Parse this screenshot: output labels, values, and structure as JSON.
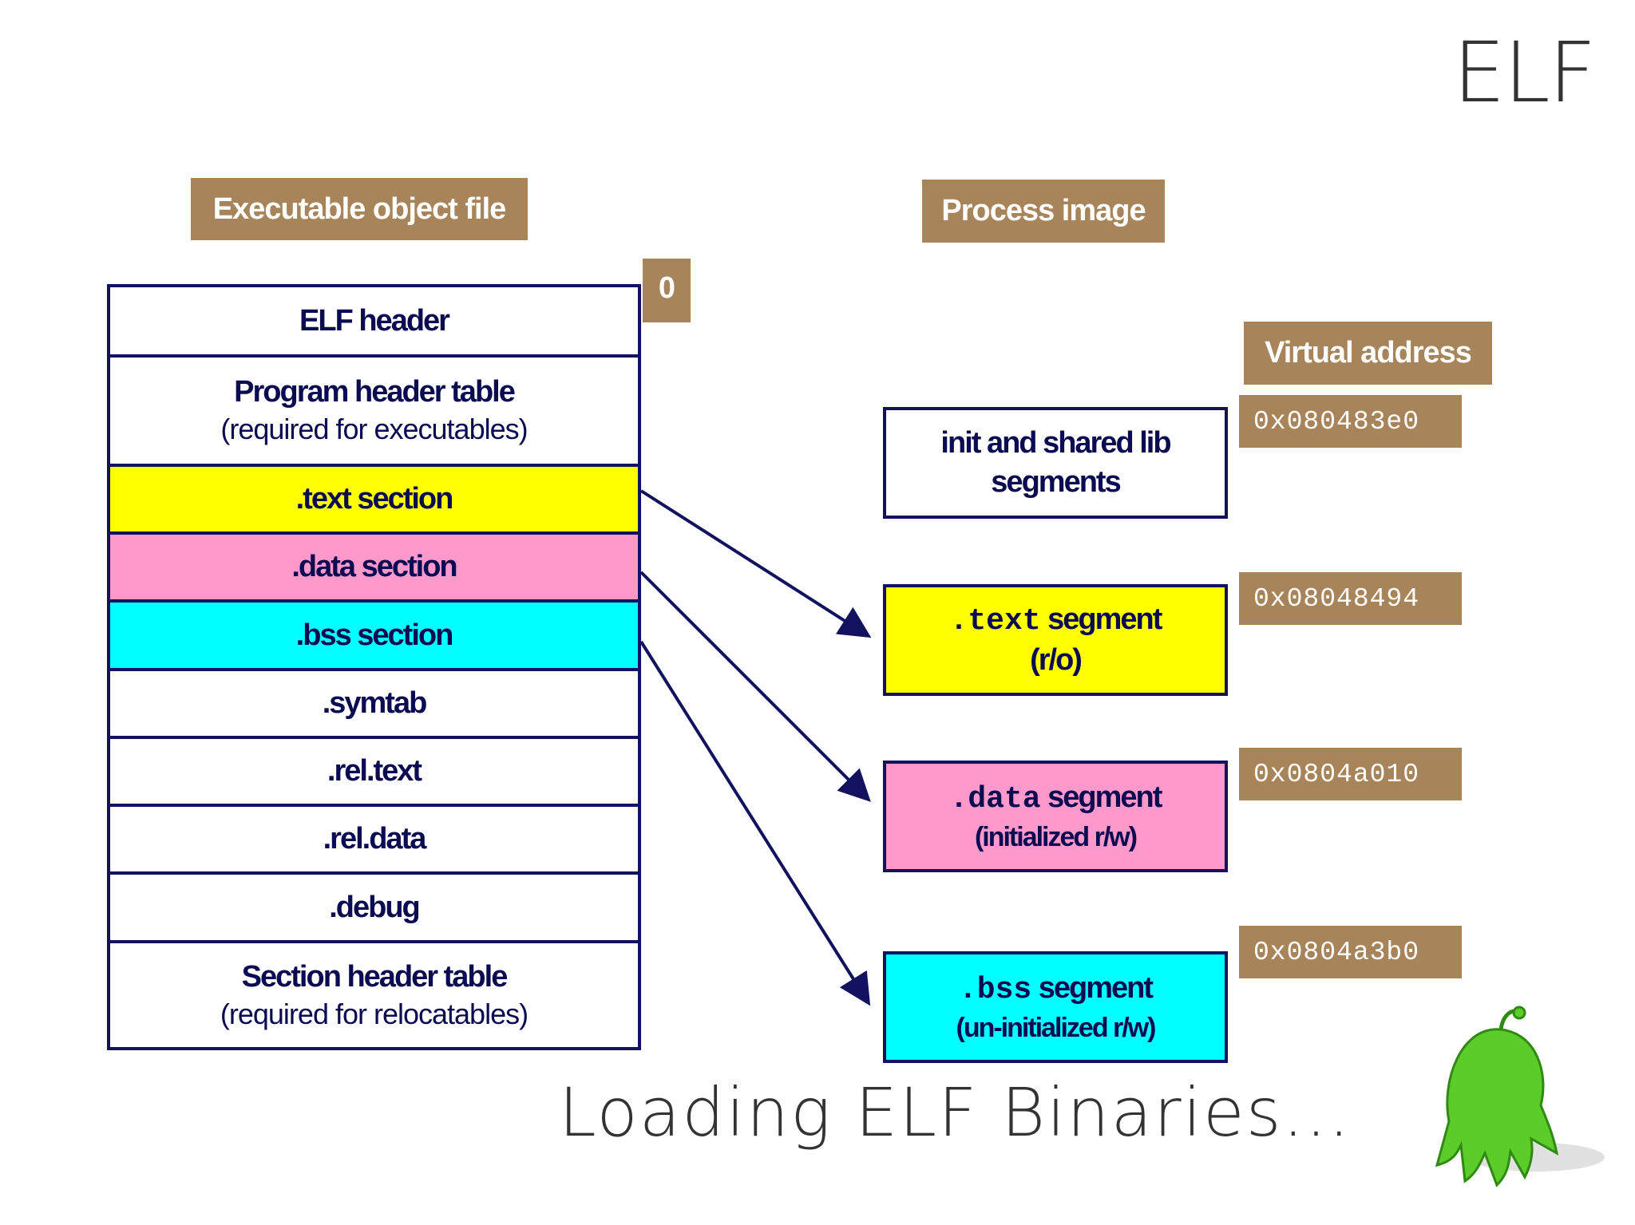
{
  "title": "ELF",
  "subtitle": "Loading ELF Binaries...",
  "labels": {
    "executable": "Executable object file",
    "process": "Process image",
    "virtual": "Virtual address",
    "offset_zero": "0"
  },
  "file_sections": [
    {
      "label": "ELF header",
      "sub": ""
    },
    {
      "label": "Program header table",
      "sub": "(required for executables)"
    },
    {
      "label": ".text section",
      "sub": ""
    },
    {
      "label": ".data section",
      "sub": ""
    },
    {
      "label": ".bss section",
      "sub": ""
    },
    {
      "label": ".symtab",
      "sub": ""
    },
    {
      "label": ".rel.text",
      "sub": ""
    },
    {
      "label": ".rel.data",
      "sub": ""
    },
    {
      "label": ".debug",
      "sub": ""
    },
    {
      "label": "Section header table",
      "sub": "(required for relocatables)"
    }
  ],
  "segments": [
    {
      "line1": "init and shared lib",
      "line2": "segments"
    },
    {
      "mono": ".text",
      "word": "segment",
      "sub": "(r/o)"
    },
    {
      "mono": ".data",
      "word": "segment",
      "sub": "(initialized r/w)"
    },
    {
      "mono": ".bss",
      "word": "segment",
      "sub": "(un-initialized r/w)"
    }
  ],
  "addresses": [
    "0x080483e0",
    "0x08048494",
    "0x0804a010",
    "0x0804a3b0"
  ],
  "colors": {
    "tag": "#a8845b",
    "border": "#12125e",
    "text_section": "#ffff00",
    "data_section": "#ff99cc",
    "bss_section": "#00ffff",
    "mascot": "#5ccc2a"
  },
  "icons": [
    "green-mascot-icon"
  ]
}
